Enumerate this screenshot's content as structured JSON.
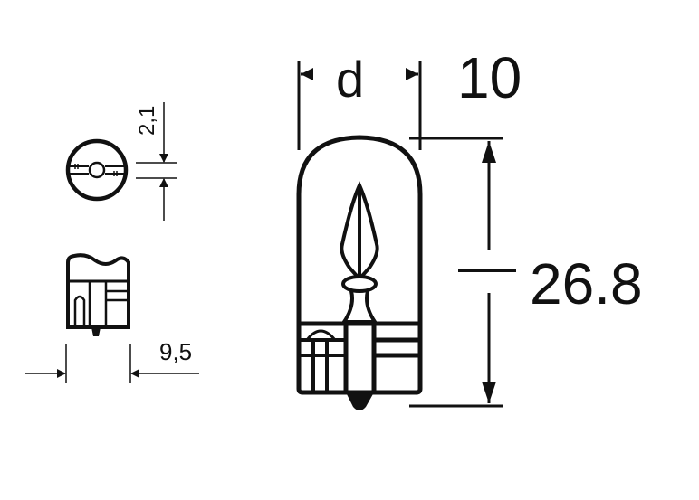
{
  "diagram": {
    "subject": "W5W T10 wedge-base bulb dimension drawing",
    "stroke_color": "#111111",
    "background": "#ffffff",
    "labels": {
      "diameter_symbol": "d",
      "diameter_value": "10",
      "height_value": "26.8",
      "base_gap_value": "2,1",
      "base_width_value": "9,5"
    },
    "views": [
      {
        "name": "end-view",
        "description": "Top view of wedge base with gap dimension 2,1"
      },
      {
        "name": "side-view-base",
        "description": "Side view of wedge base with width dimension 9,5"
      },
      {
        "name": "front-view-bulb",
        "description": "Front view of bulb with diameter d 10 and height 26.8"
      }
    ]
  }
}
